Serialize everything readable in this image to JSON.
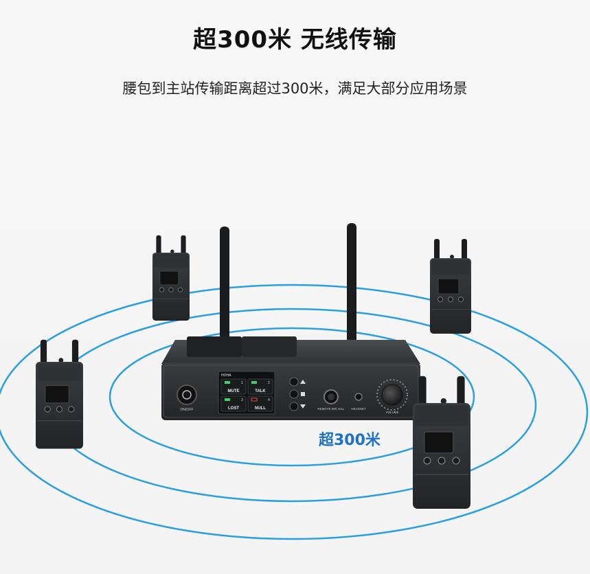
{
  "header": {
    "title": "超300米 无线传输",
    "subtitle": "腰包到主站传输距离超过300米，满足大部分应用场景"
  },
  "annotation": {
    "range_label": "超300米"
  },
  "base_station": {
    "power_label": "ON/OFF",
    "screen_brand": "HOHA",
    "channels": [
      {
        "num": "1",
        "status": "MUTE"
      },
      {
        "num": "2",
        "status": "TALK"
      },
      {
        "num": "3",
        "status": "LOST"
      },
      {
        "num": "4",
        "status": "NULL"
      }
    ],
    "port_remote_label": "REMOTE MIC KILL",
    "port_headset_label": "HEADSET",
    "volume_label": "VOLUME"
  },
  "colors": {
    "accent": "#1e72c6",
    "ring": "#2a9fe0",
    "device": "#2b2e31"
  }
}
